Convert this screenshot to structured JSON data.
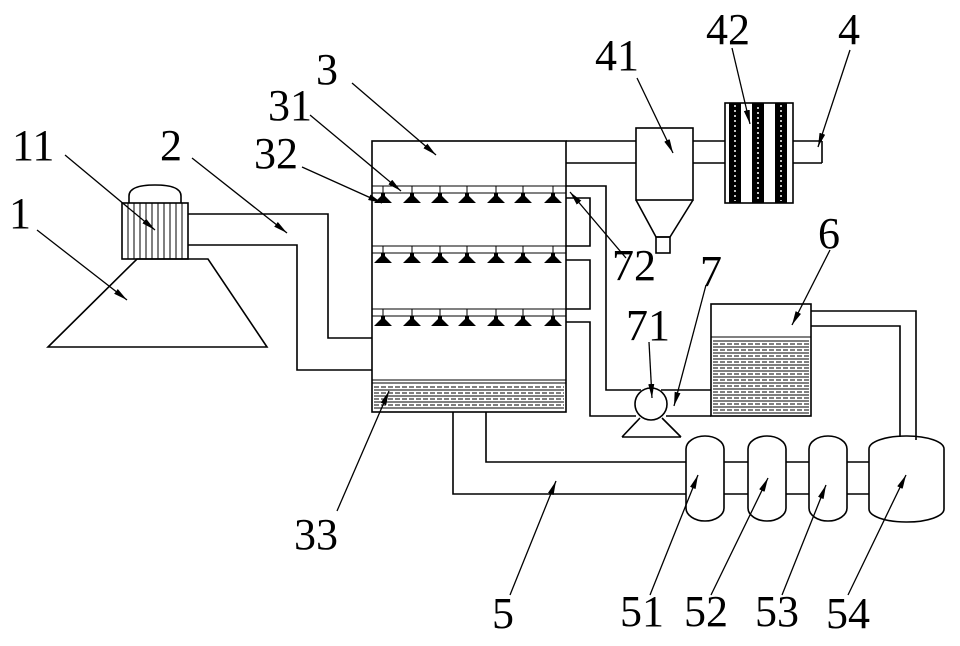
{
  "callouts": [
    "1",
    "11",
    "2",
    "3",
    "31",
    "32",
    "33",
    "4",
    "41",
    "42",
    "5",
    "51",
    "52",
    "53",
    "54",
    "6",
    "7",
    "71",
    "72"
  ]
}
